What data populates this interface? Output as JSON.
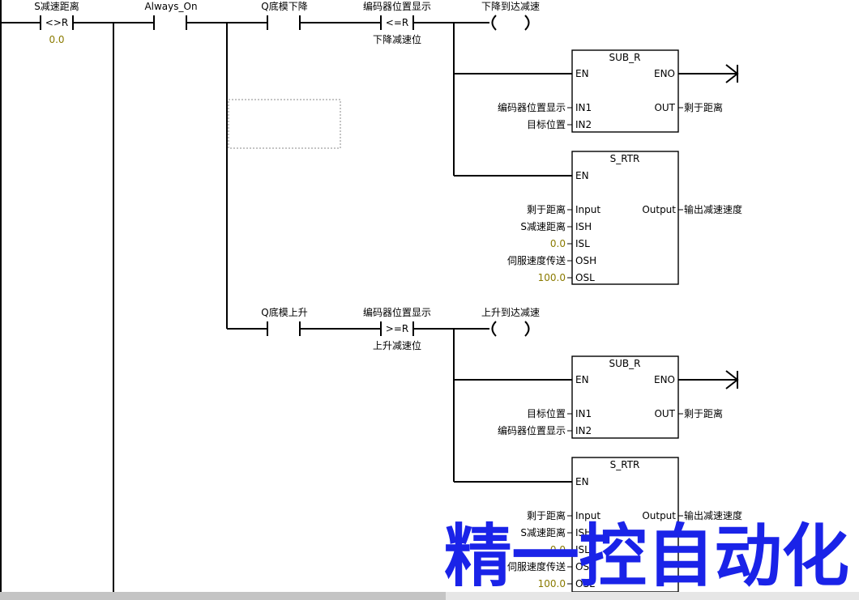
{
  "rung": {
    "c1": {
      "name": "S减速距离",
      "op": "<>R",
      "val": "0.0"
    },
    "c2": {
      "name": "Always_On"
    },
    "c3": {
      "name": "Q底模下降"
    },
    "c4": {
      "name": "编码器位置显示",
      "op": "<=R",
      "val": "下降减速位"
    },
    "coil1": {
      "name": "下降到达减速"
    },
    "sub1": {
      "title": "SUB_R",
      "en": "EN",
      "eno": "ENO",
      "in1": "IN1",
      "in2": "IN2",
      "out": "OUT",
      "in1_val": "编码器位置显示",
      "in2_val": "目标位置",
      "out_val": "剩于距离"
    },
    "rtr1": {
      "title": "S_RTR",
      "en": "EN",
      "input": "Input",
      "ish": "ISH",
      "isl": "ISL",
      "osh": "OSH",
      "osl": "OSL",
      "output": "Output",
      "input_val": "剩于距离",
      "ish_val": "S减速距离",
      "isl_val": "0.0",
      "osh_val": "伺服速度传送",
      "osl_val": "100.0",
      "output_val": "输出减速速度"
    },
    "c5": {
      "name": "Q底模上升"
    },
    "c6": {
      "name": "编码器位置显示",
      "op": ">=R",
      "val": "上升减速位"
    },
    "coil2": {
      "name": "上升到达减速"
    },
    "sub2": {
      "title": "SUB_R",
      "en": "EN",
      "eno": "ENO",
      "in1": "IN1",
      "in2": "IN2",
      "out": "OUT",
      "in1_val": "目标位置",
      "in2_val": "编码器位置显示",
      "out_val": "剩于距离"
    },
    "rtr2": {
      "title": "S_RTR",
      "en": "EN",
      "input": "Input",
      "ish": "ISH",
      "isl": "ISL",
      "osh": "OSH",
      "osl": "OSL",
      "output": "Output",
      "input_val": "剩于距离",
      "ish_val": "S减速距离",
      "isl_val": "0.0",
      "osh_val": "伺服速度传送",
      "osl_val": "100.0",
      "output_val": "输出减速速度"
    }
  },
  "watermark": "精一控自动化"
}
